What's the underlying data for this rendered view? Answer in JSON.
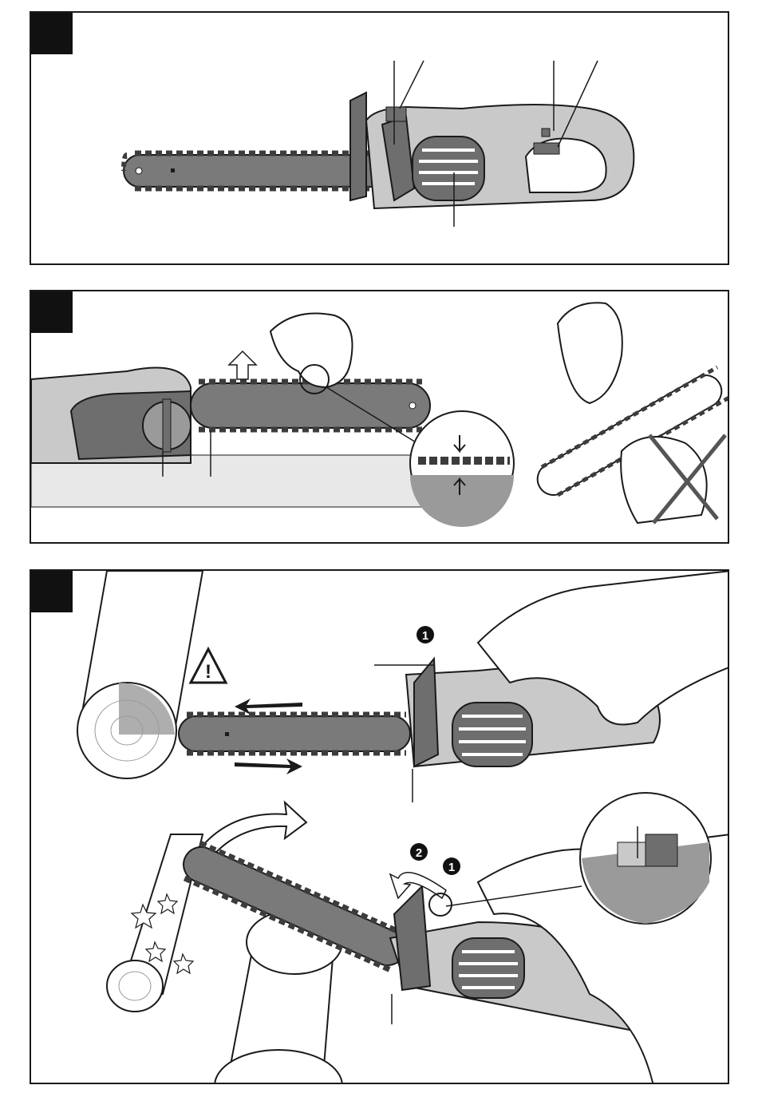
{
  "panels": [
    {
      "id": "panel-chainsaw-overview"
    },
    {
      "id": "panel-chain-tension"
    },
    {
      "id": "panel-kickback"
    }
  ],
  "markers": {
    "step_one": "1",
    "step_two": "2",
    "step_one_b": "1"
  },
  "warning": {
    "symbol": "!"
  },
  "colors": {
    "outline": "#1a1a1a",
    "housing": "#c9c9c9",
    "housing_dark": "#6e6e6e",
    "bar": "#7a7a7a",
    "chain": "#3c3c3c",
    "wood": "#e8e8e8",
    "background": "#ffffff"
  }
}
